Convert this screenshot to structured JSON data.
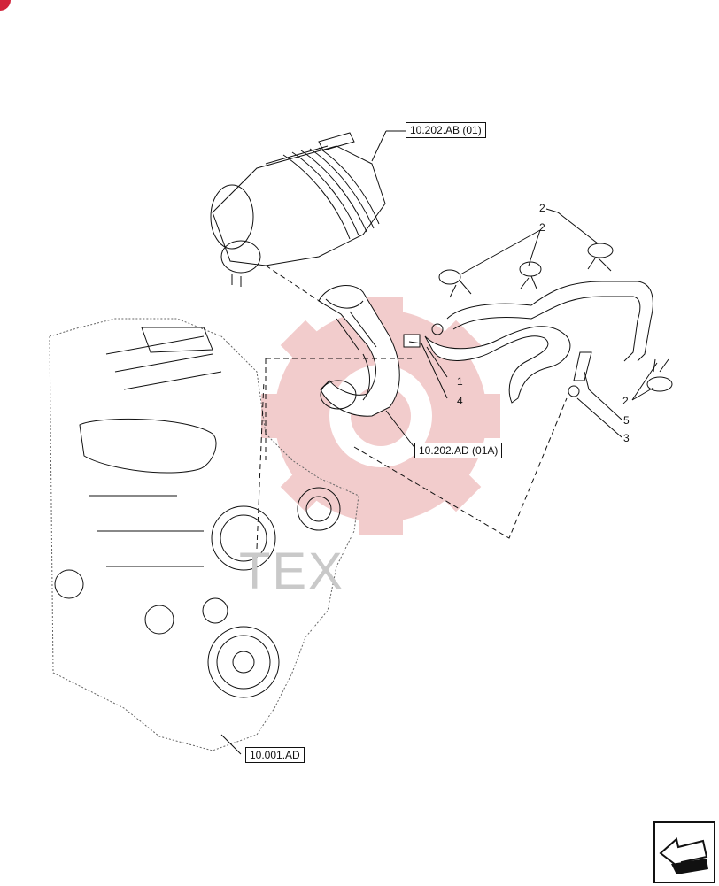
{
  "references": {
    "air_filter": "10.202.AB (01)",
    "intake_pipe": "10.202.AD (01A)",
    "engine": "10.001.AD"
  },
  "callouts": {
    "n2_top": "2",
    "n2_mid": "2",
    "n1": "1",
    "n4": "4",
    "n2_right": "2",
    "n5": "5",
    "n3": "3"
  },
  "watermark": "TEX",
  "icons": {
    "nav": "previous-page-arrow-icon",
    "corner": "brand-corner-icon"
  },
  "colors": {
    "line": "#111111",
    "watermark_gear": "#e9a4a4",
    "brand_red": "#d2233a"
  }
}
